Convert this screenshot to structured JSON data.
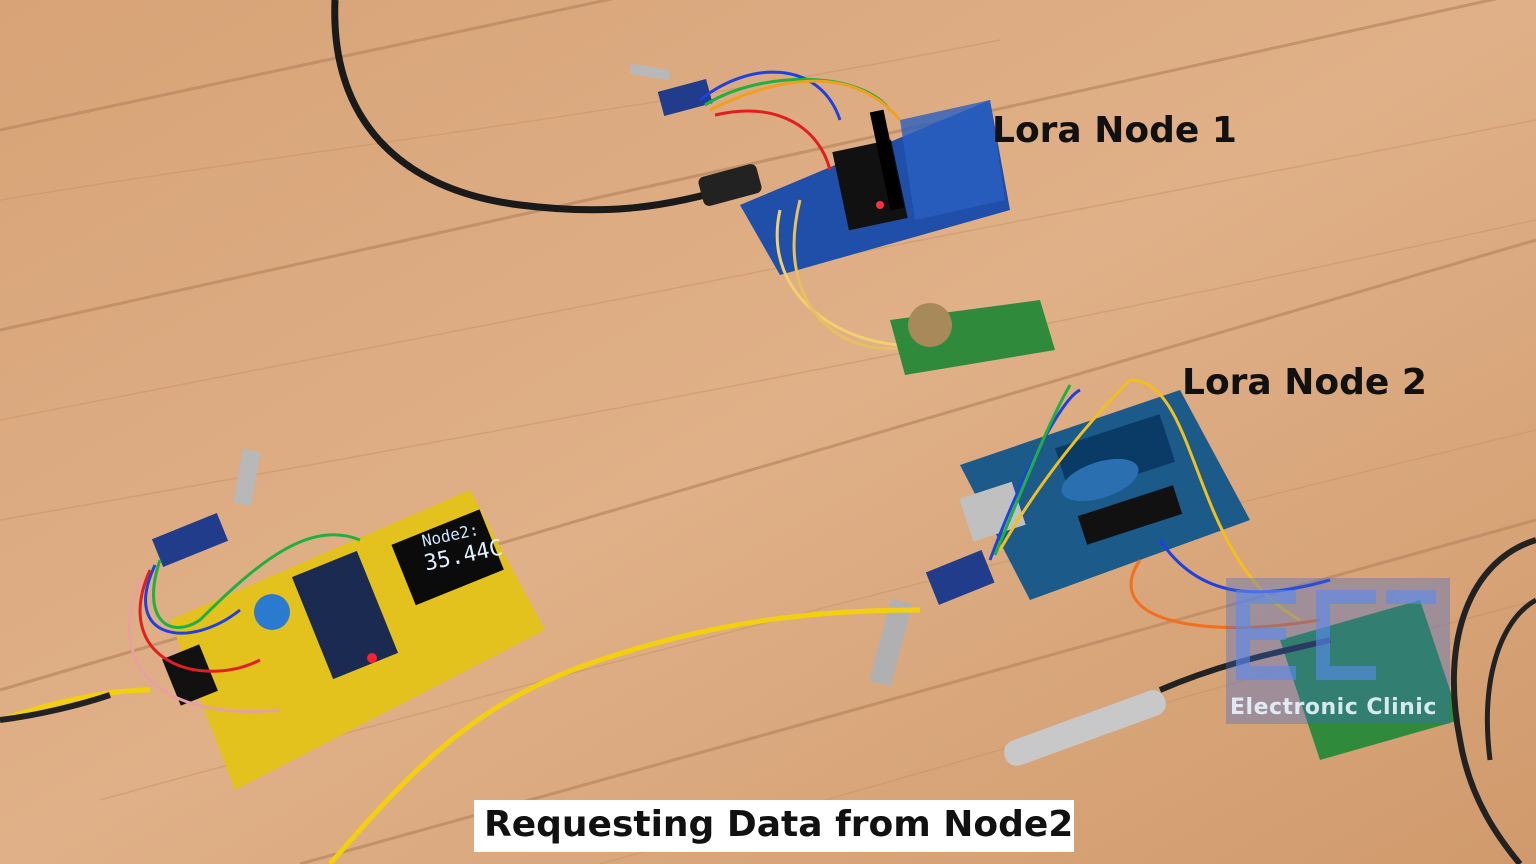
{
  "labels": {
    "node1": "Lora Node 1",
    "node2": "Lora Node 2"
  },
  "caption": "Requesting Data from Node2",
  "oled": {
    "line1": "Node2:",
    "line2": "35.44C"
  },
  "watermark": "Electronic Clinic",
  "colors": {
    "wood": "#d9a67a",
    "blue_pcb": "#1f4fa8",
    "yellow_pcb": "#e3c21e",
    "green_pcb": "#2f8a3c",
    "arduino_blue": "#1c5a8a"
  }
}
